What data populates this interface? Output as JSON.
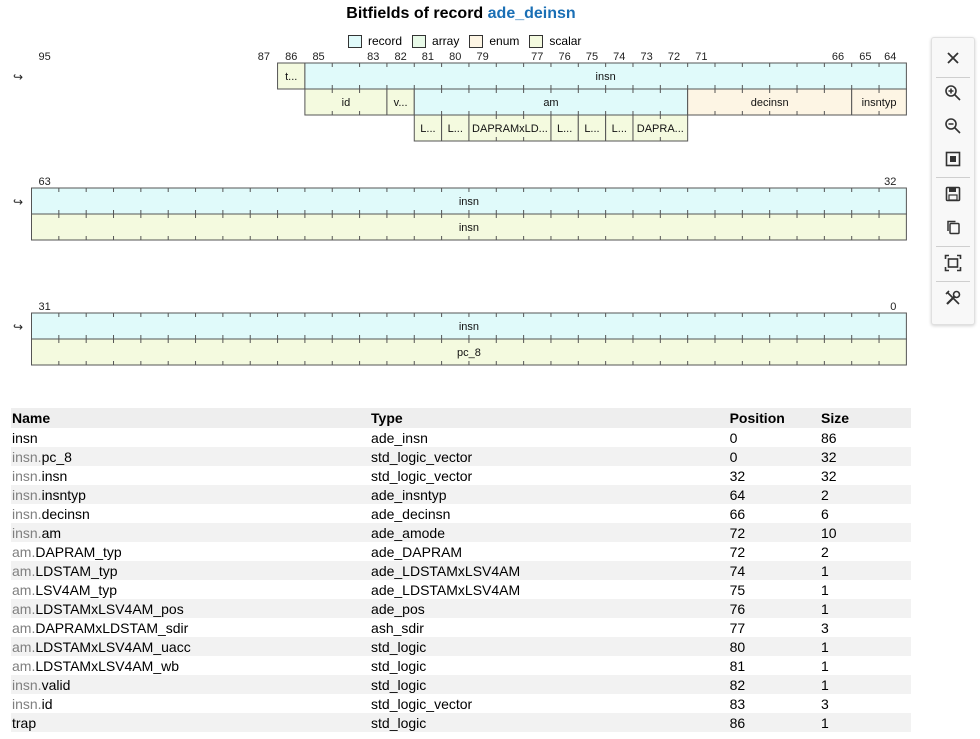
{
  "title": {
    "prefix": "Bitfields of record ",
    "record": "ade_deinsn"
  },
  "legend": [
    {
      "label": "record",
      "color": "#e0fafa"
    },
    {
      "label": "array",
      "color": "#e8fae8"
    },
    {
      "label": "enum",
      "color": "#fdf5e4"
    },
    {
      "label": "scalar",
      "color": "#f4fadf"
    }
  ],
  "diagram": {
    "wrap_symbol": "↪",
    "rows": [
      {
        "msb": 95,
        "lsb": 64,
        "bit_labels": [
          95,
          87,
          86,
          85,
          83,
          82,
          81,
          80,
          79,
          77,
          76,
          75,
          74,
          73,
          72,
          71,
          66,
          65,
          64
        ],
        "levels": [
          [
            {
              "hi": 86,
              "lo": 86,
              "label": "t...",
              "kind": "scalar"
            },
            {
              "hi": 85,
              "lo": 64,
              "label": "insn",
              "kind": "record"
            }
          ],
          [
            {
              "hi": 85,
              "lo": 83,
              "label": "id",
              "kind": "scalar"
            },
            {
              "hi": 82,
              "lo": 82,
              "label": "v...",
              "kind": "scalar"
            },
            {
              "hi": 81,
              "lo": 72,
              "label": "am",
              "kind": "record"
            },
            {
              "hi": 71,
              "lo": 66,
              "label": "decinsn",
              "kind": "enum"
            },
            {
              "hi": 65,
              "lo": 64,
              "label": "insntyp",
              "kind": "enum"
            }
          ],
          [
            {
              "hi": 81,
              "lo": 81,
              "label": "L...",
              "kind": "scalar"
            },
            {
              "hi": 80,
              "lo": 80,
              "label": "L...",
              "kind": "scalar"
            },
            {
              "hi": 79,
              "lo": 77,
              "label": "DAPRAMxLD...",
              "kind": "scalar"
            },
            {
              "hi": 76,
              "lo": 76,
              "label": "L...",
              "kind": "scalar"
            },
            {
              "hi": 75,
              "lo": 75,
              "label": "L...",
              "kind": "scalar"
            },
            {
              "hi": 74,
              "lo": 74,
              "label": "L...",
              "kind": "scalar"
            },
            {
              "hi": 73,
              "lo": 72,
              "label": "DAPRA...",
              "kind": "scalar"
            }
          ]
        ]
      },
      {
        "msb": 63,
        "lsb": 32,
        "bit_labels": [
          63,
          32
        ],
        "levels": [
          [
            {
              "hi": 63,
              "lo": 32,
              "label": "insn",
              "kind": "record"
            }
          ],
          [
            {
              "hi": 63,
              "lo": 32,
              "label": "insn",
              "kind": "scalar"
            }
          ]
        ]
      },
      {
        "msb": 31,
        "lsb": 0,
        "bit_labels": [
          31,
          0
        ],
        "levels": [
          [
            {
              "hi": 31,
              "lo": 0,
              "label": "insn",
              "kind": "record"
            }
          ],
          [
            {
              "hi": 31,
              "lo": 0,
              "label": "pc_8",
              "kind": "scalar"
            }
          ]
        ]
      }
    ]
  },
  "toolbar": [
    {
      "name": "close-icon"
    },
    {
      "name": "zoom-in-icon"
    },
    {
      "name": "zoom-out-icon"
    },
    {
      "name": "reset-view-icon"
    },
    {
      "name": "save-icon"
    },
    {
      "name": "copy-icon"
    },
    {
      "name": "fit-view-icon"
    },
    {
      "name": "tools-icon"
    }
  ],
  "table": {
    "headers": [
      "Name",
      "Type",
      "Position",
      "Size"
    ],
    "rows": [
      {
        "prefix": "",
        "name": "insn",
        "type": "ade_insn",
        "position": "0",
        "size": "86"
      },
      {
        "prefix": "insn.",
        "name": "pc_8",
        "type": "std_logic_vector",
        "position": "0",
        "size": "32"
      },
      {
        "prefix": "insn.",
        "name": "insn",
        "type": "std_logic_vector",
        "position": "32",
        "size": "32"
      },
      {
        "prefix": "insn.",
        "name": "insntyp",
        "type": "ade_insntyp",
        "position": "64",
        "size": "2"
      },
      {
        "prefix": "insn.",
        "name": "decinsn",
        "type": "ade_decinsn",
        "position": "66",
        "size": "6"
      },
      {
        "prefix": "insn.",
        "name": "am",
        "type": "ade_amode",
        "position": "72",
        "size": "10"
      },
      {
        "prefix": "am.",
        "name": "DAPRAM_typ",
        "type": "ade_DAPRAM",
        "position": "72",
        "size": "2"
      },
      {
        "prefix": "am.",
        "name": "LDSTAM_typ",
        "type": "ade_LDSTAMxLSV4AM",
        "position": "74",
        "size": "1"
      },
      {
        "prefix": "am.",
        "name": "LSV4AM_typ",
        "type": "ade_LDSTAMxLSV4AM",
        "position": "75",
        "size": "1"
      },
      {
        "prefix": "am.",
        "name": "LDSTAMxLSV4AM_pos",
        "type": "ade_pos",
        "position": "76",
        "size": "1"
      },
      {
        "prefix": "am.",
        "name": "DAPRAMxLDSTAM_sdir",
        "type": "ash_sdir",
        "position": "77",
        "size": "3"
      },
      {
        "prefix": "am.",
        "name": "LDSTAMxLSV4AM_uacc",
        "type": "std_logic",
        "position": "80",
        "size": "1"
      },
      {
        "prefix": "am.",
        "name": "LDSTAMxLSV4AM_wb",
        "type": "std_logic",
        "position": "81",
        "size": "1"
      },
      {
        "prefix": "insn.",
        "name": "valid",
        "type": "std_logic",
        "position": "82",
        "size": "1"
      },
      {
        "prefix": "insn.",
        "name": "id",
        "type": "std_logic_vector",
        "position": "83",
        "size": "3"
      },
      {
        "prefix": "",
        "name": "trap",
        "type": "std_logic",
        "position": "86",
        "size": "1"
      }
    ]
  }
}
